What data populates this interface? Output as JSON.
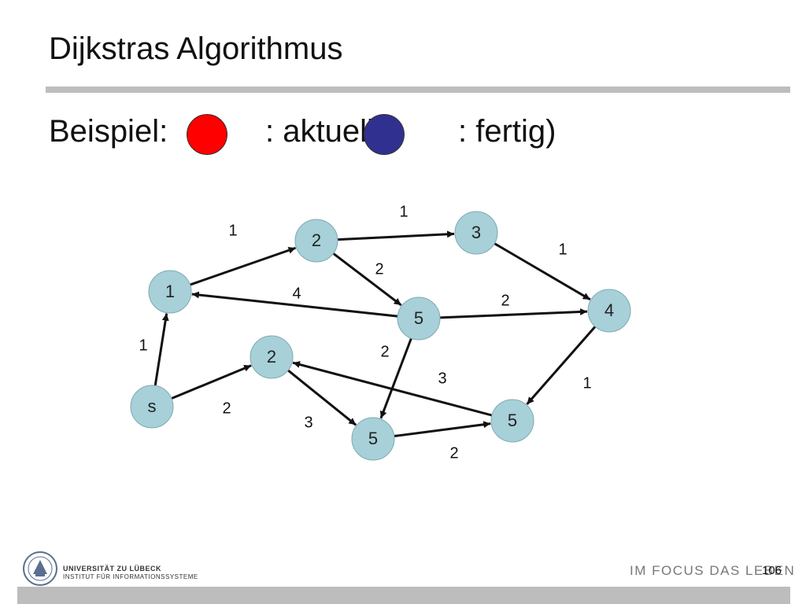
{
  "slide": {
    "title": "Dijkstras Algorithmus",
    "legend": {
      "prefix": "Beispiel:",
      "current_text": ": aktuell",
      "done_text": ": fertig)",
      "current_color": "#ff0000",
      "done_color": "#303090"
    },
    "footer": {
      "university": "UNIVERSITÄT ZU LÜBECK",
      "institute": "INSTITUT FÜR INFORMATIONSSYSTEME",
      "slogan": "IM FOCUS DAS LEBEN",
      "page_number": "106"
    }
  },
  "graph": {
    "node_color": "#a7d0d8",
    "nodes": [
      {
        "id": "s",
        "label": "s"
      },
      {
        "id": "a",
        "label": "1"
      },
      {
        "id": "b",
        "label": "2"
      },
      {
        "id": "c",
        "label": "3"
      },
      {
        "id": "d",
        "label": "4"
      },
      {
        "id": "e",
        "label": "5"
      },
      {
        "id": "f",
        "label": "2"
      },
      {
        "id": "g",
        "label": "5"
      },
      {
        "id": "h",
        "label": "5"
      }
    ],
    "edges": [
      {
        "from": "s",
        "to": "a",
        "weight": "1"
      },
      {
        "from": "s",
        "to": "f",
        "weight": "2"
      },
      {
        "from": "a",
        "to": "b",
        "weight": "1"
      },
      {
        "from": "b",
        "to": "c",
        "weight": "1"
      },
      {
        "from": "b",
        "to": "e",
        "weight": "2"
      },
      {
        "from": "c",
        "to": "d",
        "weight": "1"
      },
      {
        "from": "e",
        "to": "a",
        "weight": "4"
      },
      {
        "from": "e",
        "to": "d",
        "weight": "2"
      },
      {
        "from": "e",
        "to": "g",
        "weight": "2"
      },
      {
        "from": "d",
        "to": "h",
        "weight": "1"
      },
      {
        "from": "h",
        "to": "f",
        "weight": "3"
      },
      {
        "from": "f",
        "to": "g",
        "weight": "3"
      },
      {
        "from": "g",
        "to": "h",
        "weight": "2"
      }
    ]
  }
}
